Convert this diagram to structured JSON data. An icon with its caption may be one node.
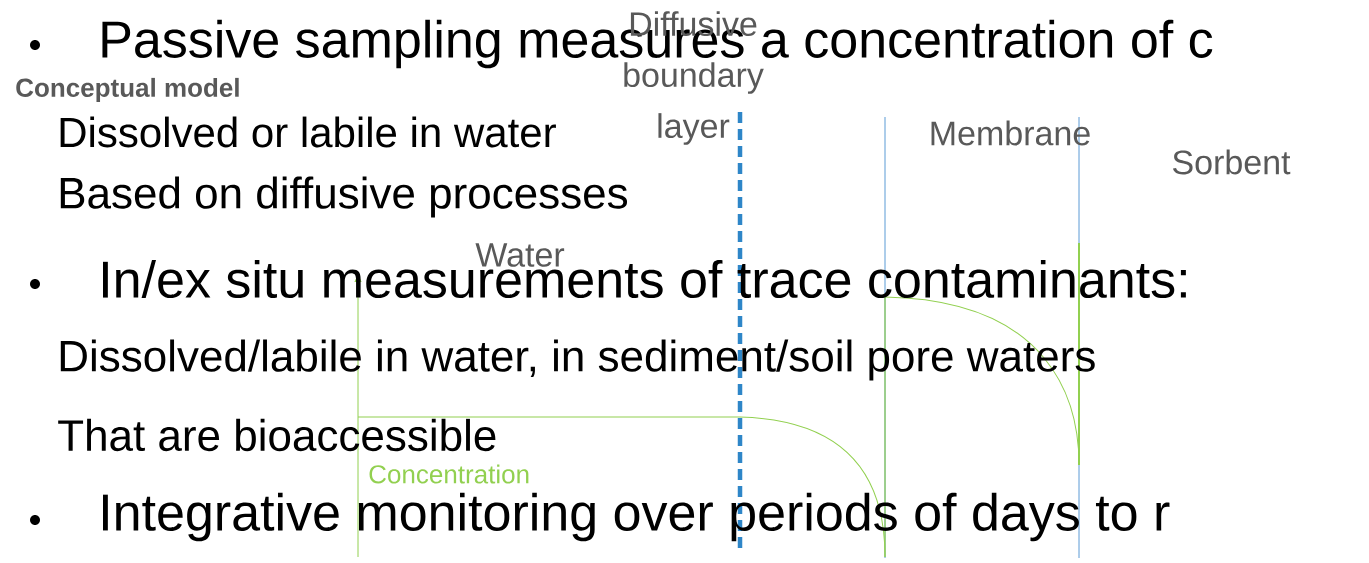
{
  "diagram": {
    "labels": [
      "Passive sampling measures a concentration of c",
      "Diffusive boundary layer",
      "Conceptual model",
      "Dissolved or labile in water",
      "Membrane",
      "Sorbent",
      "Based on diffusive processes",
      "Water",
      "In/ex situ measurements of trace contaminants:",
      "Concentration",
      "Dissolved/labile in water, in sediment/soil pore waters",
      "That are bioaccessible",
      "Integrative monitoring over periods of days to r"
    ]
  }
}
